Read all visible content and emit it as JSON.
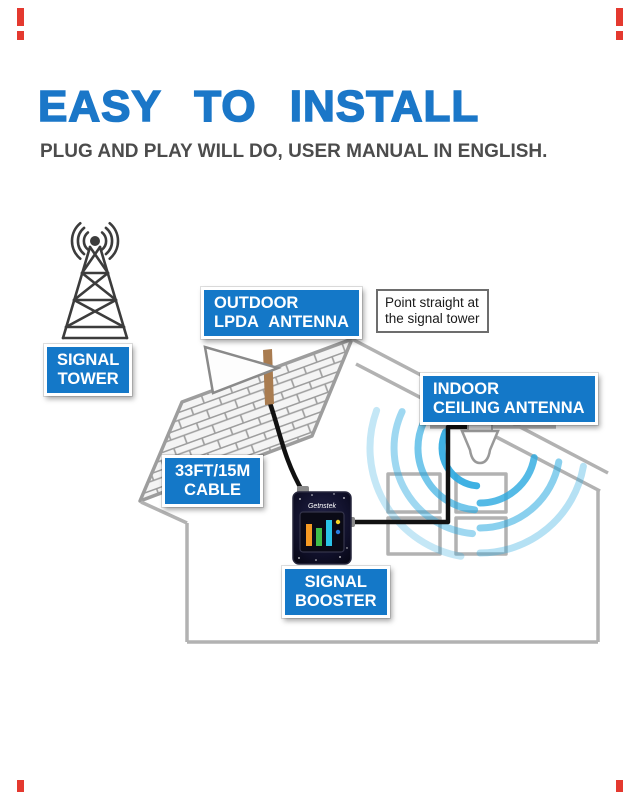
{
  "header": {
    "title": "EASY TO INSTALL",
    "subtitle": "PLUG AND PLAY WILL DO, USER MANUAL IN ENGLISH."
  },
  "labels": {
    "signal_tower": {
      "l1": "SIGNAL",
      "l2": "TOWER"
    },
    "outdoor_antenna": {
      "l1": "OUTDOOR",
      "l2": "LPDA ANTENNA"
    },
    "pointing_note": {
      "l1": "Point straight at",
      "l2": "the signal tower"
    },
    "indoor_antenna": {
      "l1": "INDOOR",
      "l2": "CEILING ANTENNA"
    },
    "cable": {
      "l1": "33FT/15M",
      "l2": "CABLE"
    },
    "signal_booster": {
      "l1": "SIGNAL",
      "l2": "BOOSTER"
    }
  },
  "device": {
    "brand": "Getnstek"
  },
  "colors": {
    "label_blue": "#1478c8",
    "title_blue": "#1b77c8",
    "wave_blue": "#2aa9e0",
    "house_gray": "#b2b2b2",
    "crop_red": "#e4392f"
  }
}
